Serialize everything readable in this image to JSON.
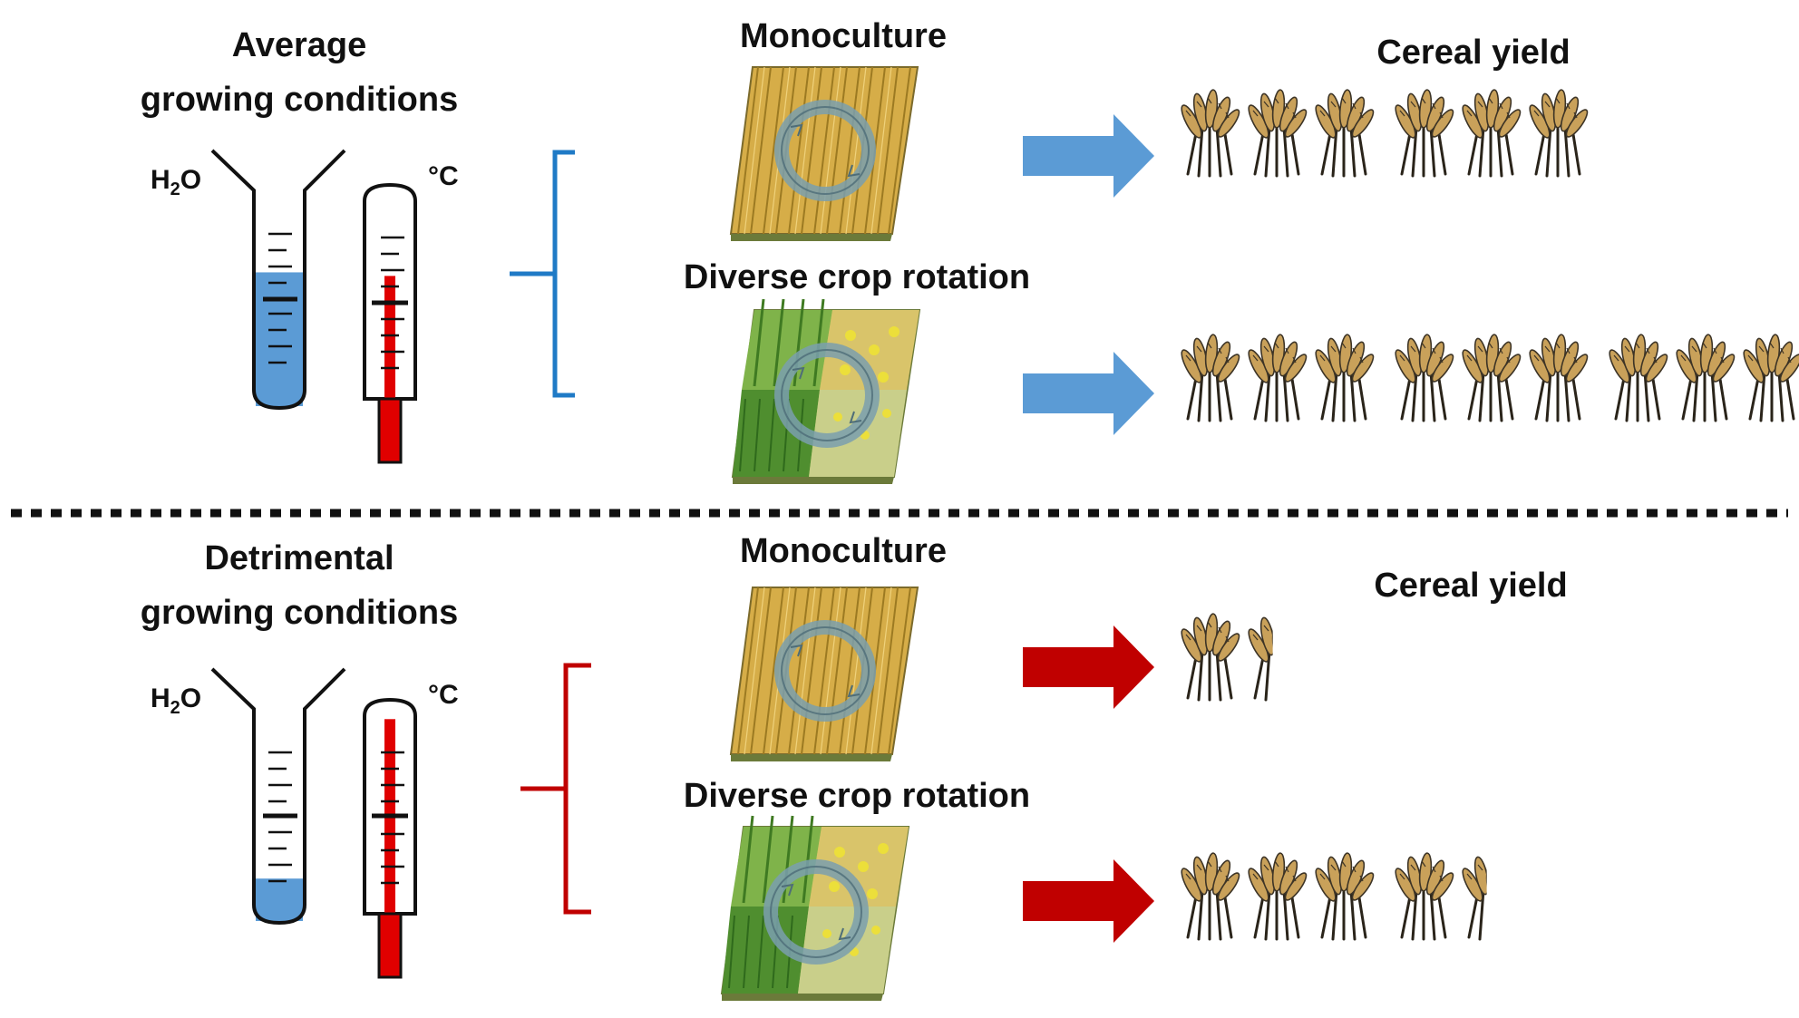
{
  "colors": {
    "water": "#5b9bd5",
    "thermo": "#e00000",
    "arrow_good": "#5b9bd5",
    "arrow_bad": "#c00000",
    "bracket_good": "#1f7ac6",
    "bracket_bad": "#c00000",
    "wheat_gold": "#c9a15a",
    "wheat_dark": "#3d3426",
    "field_gold": "#d6ad48",
    "field_green": "#6aa535",
    "rotation_ring": "#7a9fae"
  },
  "icons": {
    "cylinder": "graduated-cylinder-icon",
    "thermometer": "thermometer-icon",
    "field_mono": "monoculture-field-icon",
    "field_diverse": "diverse-rotation-field-icon",
    "arrow": "right-arrow-icon",
    "wheat": "wheat-bundle-icon"
  },
  "panels": [
    {
      "condition_title_1": "Average",
      "condition_title_2": "growing conditions",
      "h2o_label": "H",
      "h2o_sub": "2",
      "h2o_o": "O",
      "temp_label": "°C",
      "water_level": 0.62,
      "temperature_level": 0.6,
      "mono_title": "Monoculture",
      "diverse_title": "Diverse crop rotation",
      "yield_title": "Cereal yield",
      "mono_yield_bundles": 6,
      "diverse_yield_bundles": 9,
      "arrow_status": "favourable"
    },
    {
      "condition_title_1": "Detrimental",
      "condition_title_2": "growing conditions",
      "h2o_label": "H",
      "h2o_sub": "2",
      "h2o_o": "O",
      "temp_label": "°C",
      "water_level": 0.2,
      "temperature_level": 0.95,
      "mono_title": "Monoculture",
      "diverse_title": "Diverse crop rotation",
      "yield_title": "Cereal yield",
      "mono_yield_bundles": 1.4,
      "diverse_yield_bundles": 4.4,
      "arrow_status": "detrimental"
    }
  ]
}
